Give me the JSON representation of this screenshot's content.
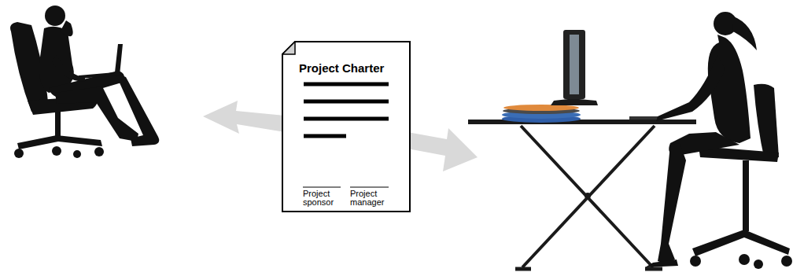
{
  "diagram": {
    "nodes": [
      {
        "text": [
          "Project Charter",
          "Project sponsor",
          "Project manager"
        ]
      }
    ]
  }
}
